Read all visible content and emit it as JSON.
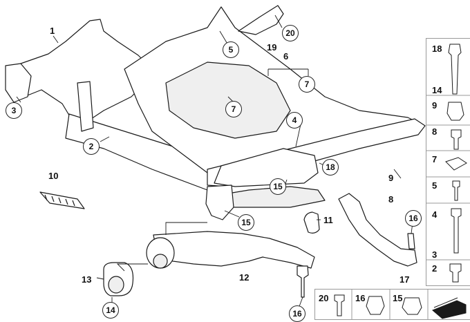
{
  "callouts": {
    "c1": "1",
    "c2": "2",
    "c3": "3",
    "c4": "4",
    "c5": "5",
    "c6": "6",
    "c7a": "7",
    "c7b": "7",
    "c8": "8",
    "c9": "9",
    "c10": "10",
    "c11": "11",
    "c12": "12",
    "c13": "13",
    "c14": "14",
    "c15a": "15",
    "c15b": "15",
    "c16a": "16",
    "c16b": "16",
    "c17": "17",
    "c18": "18",
    "c19": "19",
    "c20": "20"
  },
  "legend": {
    "r18": "18",
    "r14": "14",
    "r9": "9",
    "r8": "8",
    "r7": "7",
    "r5": "5",
    "r4": "4",
    "r3": "3",
    "r2": "2",
    "b20": "20",
    "b16": "16",
    "b15": "15"
  },
  "colors": {
    "line": "#1a1a1a",
    "fill": "#ffffff",
    "shade": "#efefef",
    "panel_border": "#999999"
  }
}
